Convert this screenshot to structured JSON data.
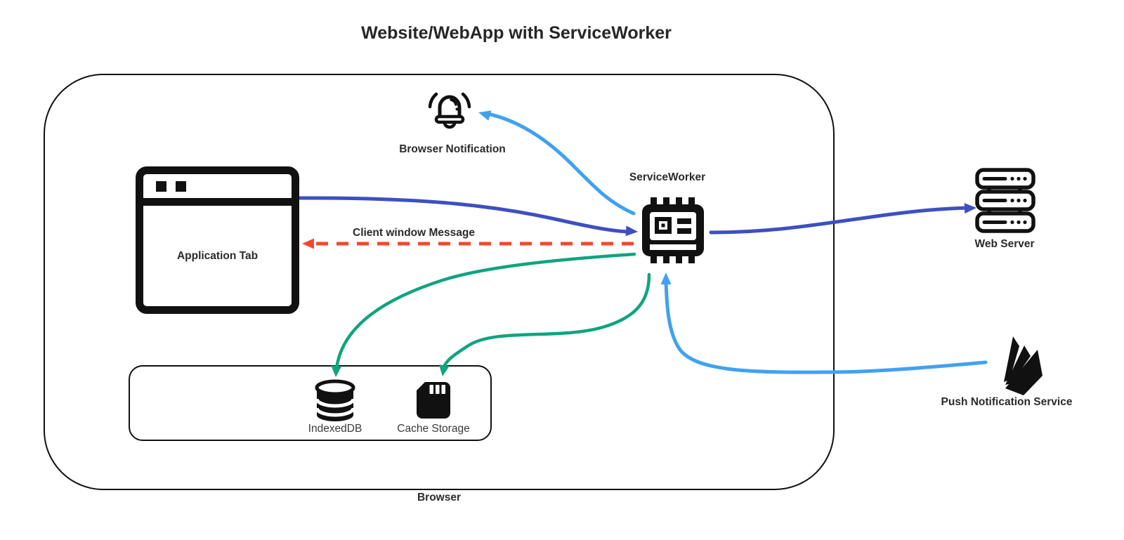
{
  "title": "Website/WebApp with ServiceWorker",
  "colors": {
    "ink": "#111111",
    "indigo": "#3e4fc1",
    "light_blue": "#41a1f0",
    "green": "#0fa47e",
    "red": "#f4482c"
  },
  "browser": {
    "label": "Browser"
  },
  "nodes": {
    "application_tab": {
      "label": "Application Tab"
    },
    "browser_notification": {
      "label": "Browser Notification"
    },
    "service_worker": {
      "label": "ServiceWorker"
    },
    "web_server": {
      "label": "Web Server"
    },
    "push_notification_service": {
      "label": "Push Notification Service"
    },
    "indexeddb": {
      "label": "IndexedDB"
    },
    "cache_storage": {
      "label": "Cache Storage"
    }
  },
  "edges": {
    "client_window_message_label": "Client window Message",
    "connections": [
      {
        "from": "application-tab",
        "to": "service-worker",
        "style": "solid",
        "color": "#3e4fc1"
      },
      {
        "from": "service-worker",
        "to": "web-server",
        "style": "solid",
        "color": "#3e4fc1"
      },
      {
        "from": "service-worker",
        "to": "application-tab",
        "style": "dashed",
        "color": "#f4482c",
        "label": "Client window Message"
      },
      {
        "from": "service-worker",
        "to": "indexeddb",
        "style": "solid",
        "color": "#0fa47e"
      },
      {
        "from": "service-worker",
        "to": "cache-storage",
        "style": "solid",
        "color": "#0fa47e"
      },
      {
        "from": "service-worker",
        "to": "browser-notification",
        "style": "solid",
        "color": "#41a1f0"
      },
      {
        "from": "push-notification-service",
        "to": "service-worker",
        "style": "solid",
        "color": "#41a1f0"
      }
    ]
  }
}
